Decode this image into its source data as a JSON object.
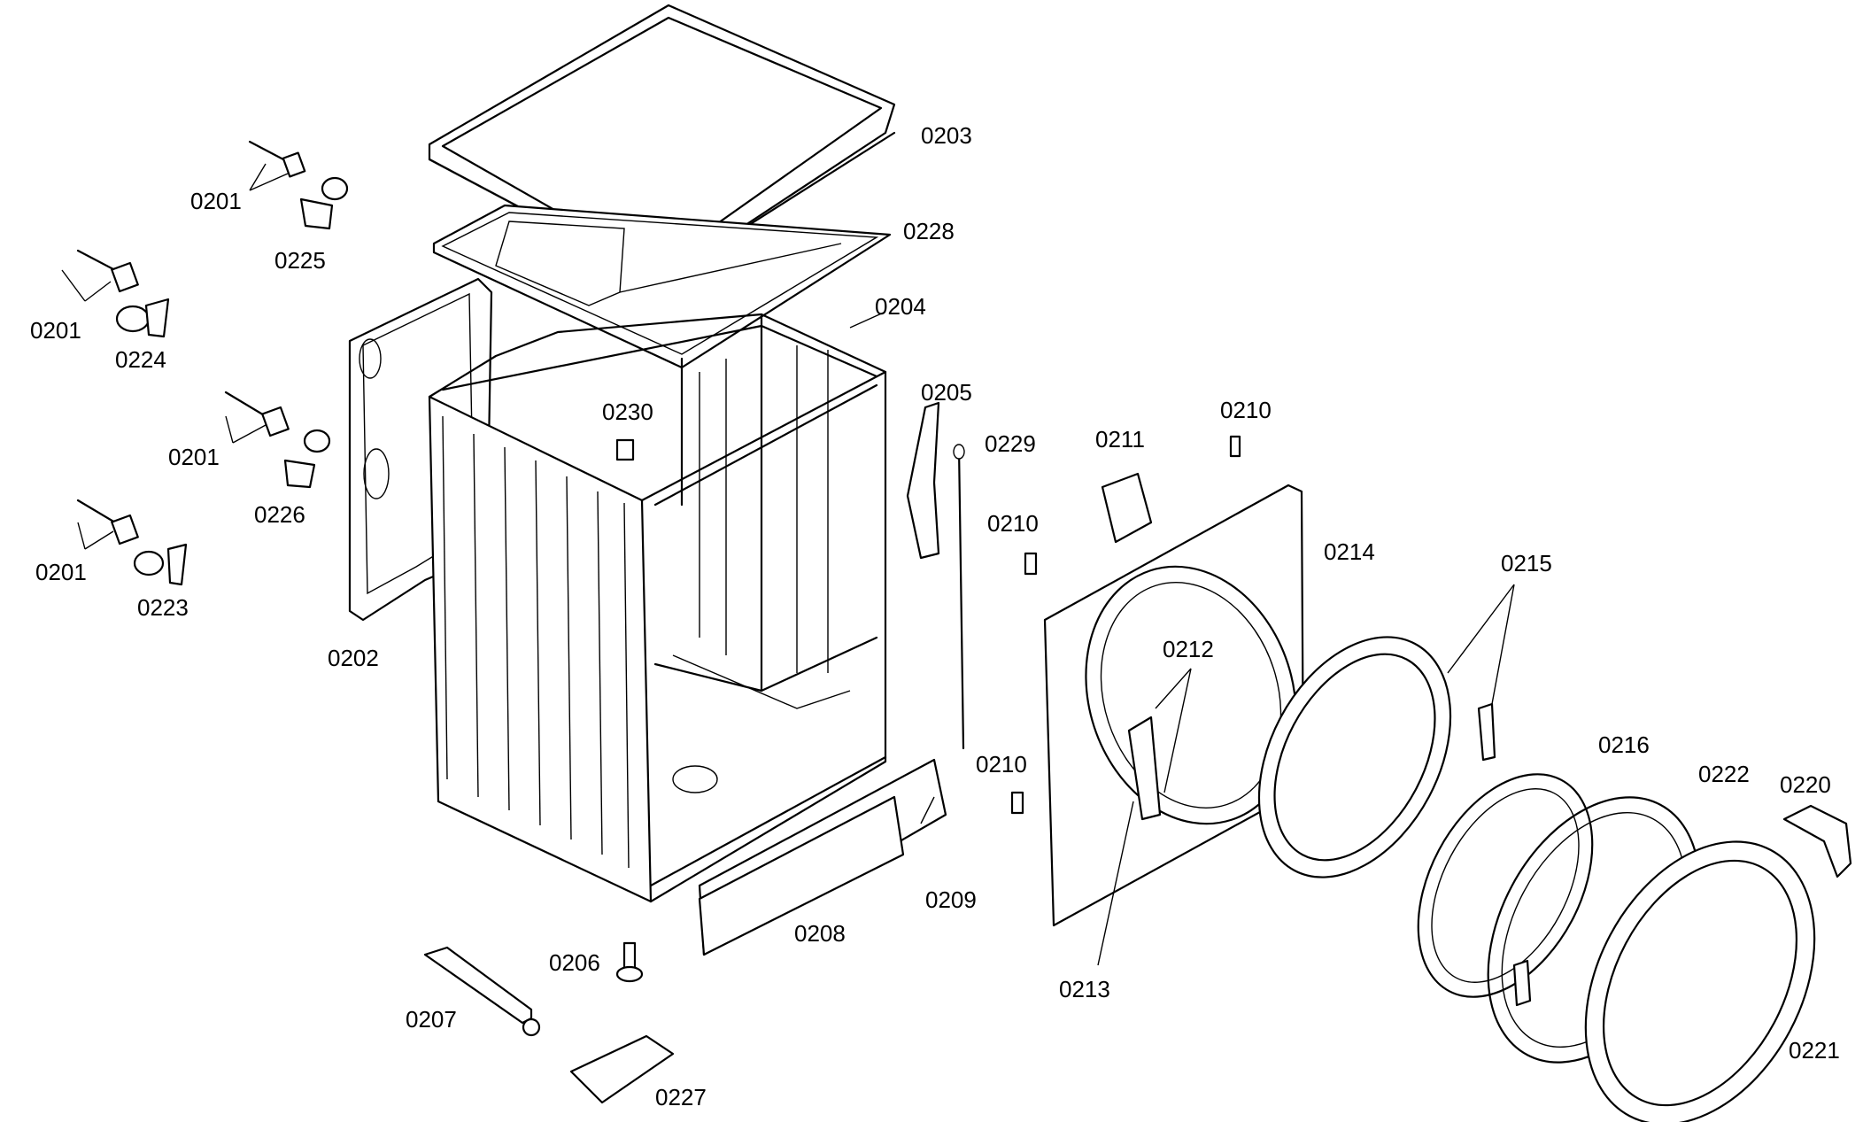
{
  "labels": {
    "p0201": "0201",
    "p0202": "0202",
    "p0203": "0203",
    "p0204": "0204",
    "p0205": "0205",
    "p0206": "0206",
    "p0207": "0207",
    "p0208": "0208",
    "p0209": "0209",
    "p0210": "0210",
    "p0211": "0211",
    "p0212": "0212",
    "p0213": "0213",
    "p0214": "0214",
    "p0215": "0215",
    "p0216": "0216",
    "p0220": "0220",
    "p0221": "0221",
    "p0222": "0222",
    "p0223": "0223",
    "p0224": "0224",
    "p0225": "0225",
    "p0226": "0226",
    "p0227": "0227",
    "p0228": "0228",
    "p0229": "0229",
    "p0230": "0230"
  }
}
